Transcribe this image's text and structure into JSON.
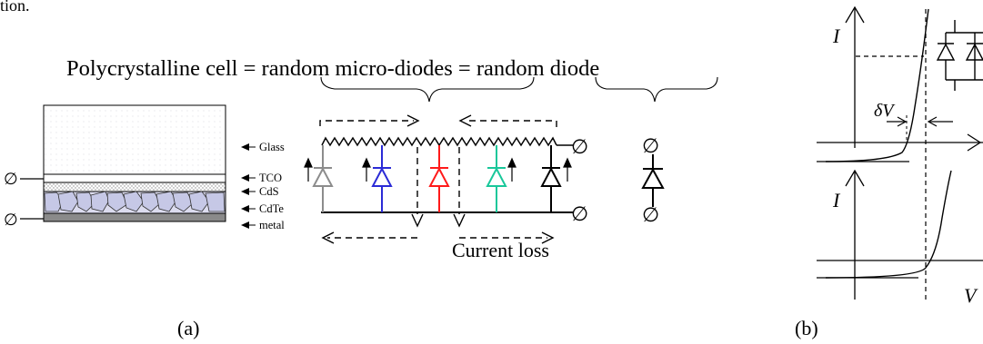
{
  "caption_top": "tion.",
  "title": "Polycrystalline cell = random micro-diodes = random diode",
  "layers": {
    "glass": "Glass",
    "tco": "TCO",
    "cds": "CdS",
    "cdte": "CdTe",
    "metal": "metal"
  },
  "current_loss": "Current loss",
  "label_a": "(a)",
  "label_b": "(b)",
  "axis_i_top": "I",
  "axis_i_bottom": "I",
  "axis_v": "V",
  "delta_v": "δV",
  "colors": {
    "diode_gray": "#8c8c8c",
    "diode_blue": "#2b2bd6",
    "diode_red": "#ff1a1a",
    "diode_teal": "#19c79a",
    "glass_fill": "#f7f8fa",
    "crystal_fill": "#c9cbe6",
    "metal_fill": "#8a8a8a"
  }
}
